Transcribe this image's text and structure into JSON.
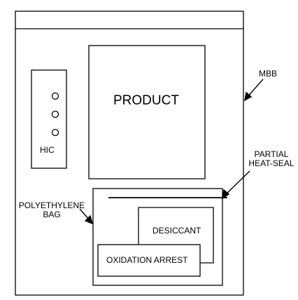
{
  "diagram": {
    "labels": {
      "product": "PRODUCT",
      "hic": "HIC",
      "mbb": "MBB",
      "partial_heat_seal_line1": "PARTIAL",
      "partial_heat_seal_line2": "HEAT-SEAL",
      "polyethylene_bag_line1": "POLYETHYLENE",
      "polyethylene_bag_line2": "BAG",
      "desiccant": "DESICCANT",
      "oxidation_arrest": "OXIDATION ARREST"
    },
    "hic_indicator_count": 3,
    "colors": {
      "stroke": "#000000",
      "background": "#ffffff"
    }
  }
}
